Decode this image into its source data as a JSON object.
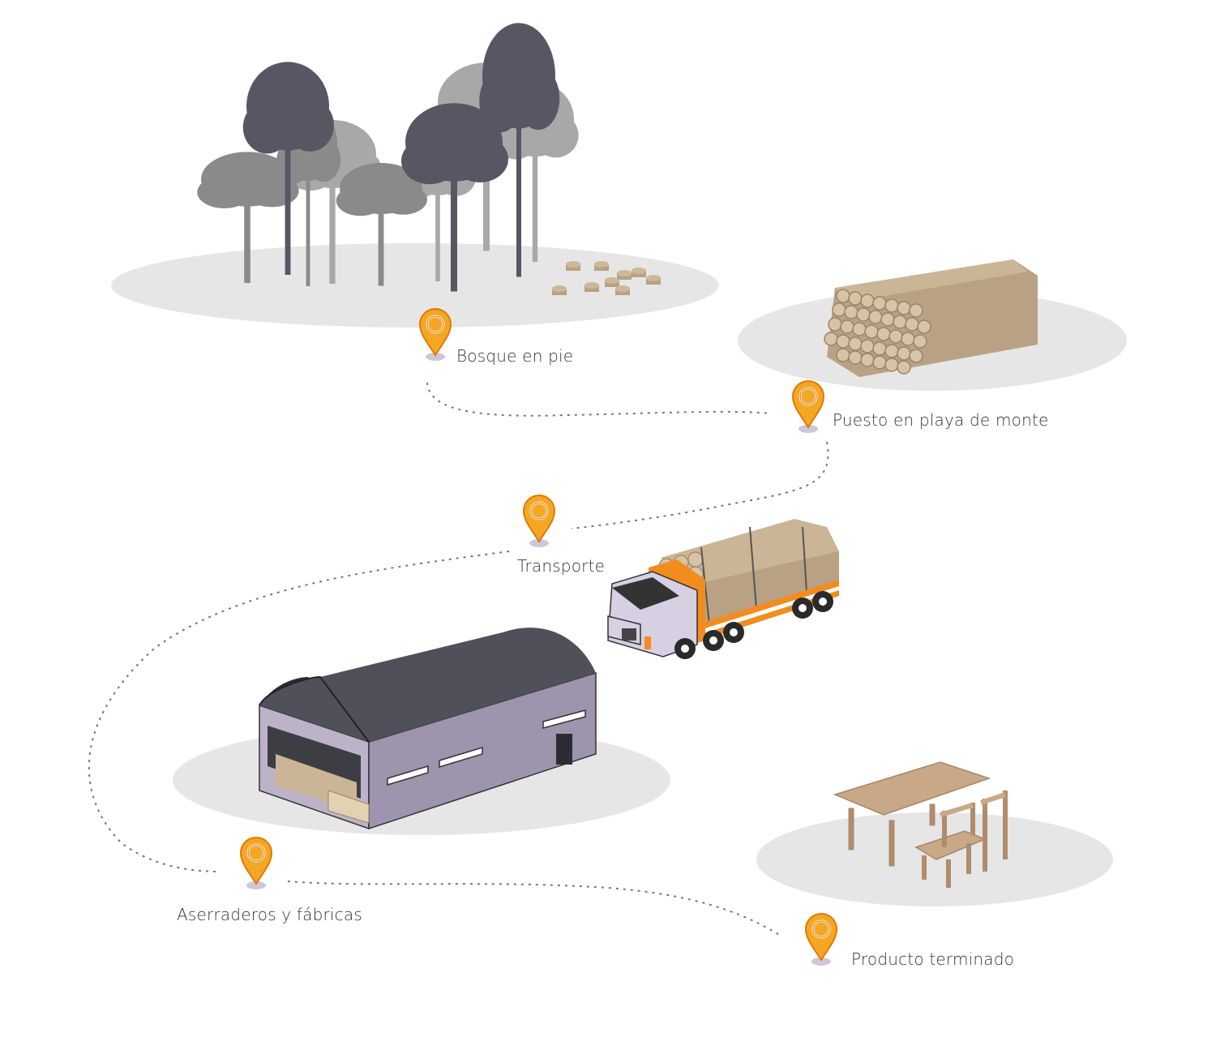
{
  "stages": {
    "forest": {
      "label": "Bosque en pie"
    },
    "yard": {
      "label": "Puesto en playa de monte"
    },
    "transport": {
      "label": "Transporte"
    },
    "sawmill": {
      "label": "Aserraderos y fábricas"
    },
    "product": {
      "label": "Producto terminado"
    }
  },
  "colors": {
    "pin": "#f5a623",
    "pin_stroke": "#e07b00",
    "pin_shadow": "#c9bfd3",
    "ground": "#e6e6e6",
    "path": "#777777",
    "wood": "#b9a184",
    "wood_dark": "#9c8366",
    "building_wall": "#9e94ae",
    "building_roof": "#4f5059",
    "truck_cab": "#d6d0e2",
    "truck_accent": "#f28c1e"
  },
  "icons": {
    "pin": "map-pin-icon",
    "forest": "forest-icon",
    "logs": "log-pile-icon",
    "truck": "log-truck-icon",
    "warehouse": "warehouse-icon",
    "furniture": "furniture-icon"
  }
}
